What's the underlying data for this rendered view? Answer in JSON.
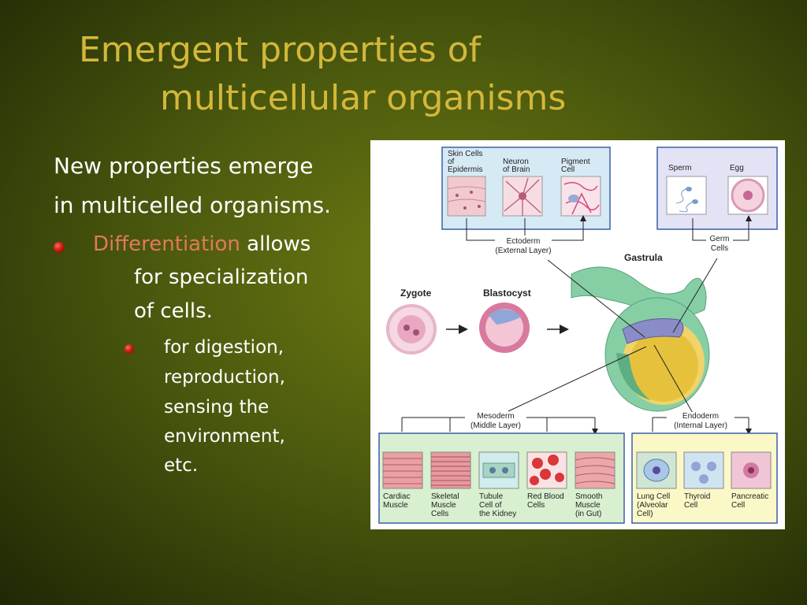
{
  "slide": {
    "title_line1": "Emergent properties of",
    "title_line2": "multicellular organisms",
    "intro_line1": "New properties emerge",
    "intro_line2": "in multicelled organisms.",
    "bullet1_highlight": "Differentiation",
    "bullet1_rest": " allows",
    "bullet1_line2": "for specialization",
    "bullet1_line3": "of cells.",
    "sub_line1": "for digestion,",
    "sub_line2": "reproduction,",
    "sub_line3": "sensing the",
    "sub_line4": "environment,",
    "sub_line5": "etc."
  },
  "diagram": {
    "ectoderm_cells": [
      [
        "Skin Cells",
        "of",
        "Epidermis"
      ],
      [
        "Neuron",
        "of Brain"
      ],
      [
        "Pigment",
        "Cell"
      ]
    ],
    "ectoderm_label": [
      "Ectoderm",
      "(External Layer)"
    ],
    "germ_cells": [
      "Sperm",
      "Egg"
    ],
    "germ_label": [
      "Germ",
      "Cells"
    ],
    "stages": [
      "Zygote",
      "Blastocyst",
      "Gastrula"
    ],
    "mesoderm_label": [
      "Mesoderm",
      "(Middle Layer)"
    ],
    "endoderm_label": [
      "Endoderm",
      "(Internal Layer)"
    ],
    "mesoderm_cells": [
      [
        "Cardiac",
        "Muscle"
      ],
      [
        "Skeletal",
        "Muscle",
        "Cells"
      ],
      [
        "Tubule",
        "Cell of",
        "the Kidney"
      ],
      [
        "Red Blood",
        "Cells"
      ],
      [
        "Smooth",
        "Muscle",
        "(in Gut)"
      ]
    ],
    "endoderm_cells": [
      [
        "Lung Cell",
        "(Alveolar",
        "Cell)"
      ],
      [
        "Thyroid",
        "Cell"
      ],
      [
        "Pancreatic",
        "Cell"
      ]
    ],
    "colors": {
      "ectoderm_box": "#d6eaf5",
      "germ_box": "#e4e3f6",
      "mesoderm_box": "#d8f0cf",
      "endoderm_box": "#fbf8c8",
      "box_border": "#3a5fa8",
      "gastrula_green": "#86cfa5",
      "gastrula_yellow": "#e6c23c",
      "gastrula_purple": "#8a8cc8"
    }
  }
}
